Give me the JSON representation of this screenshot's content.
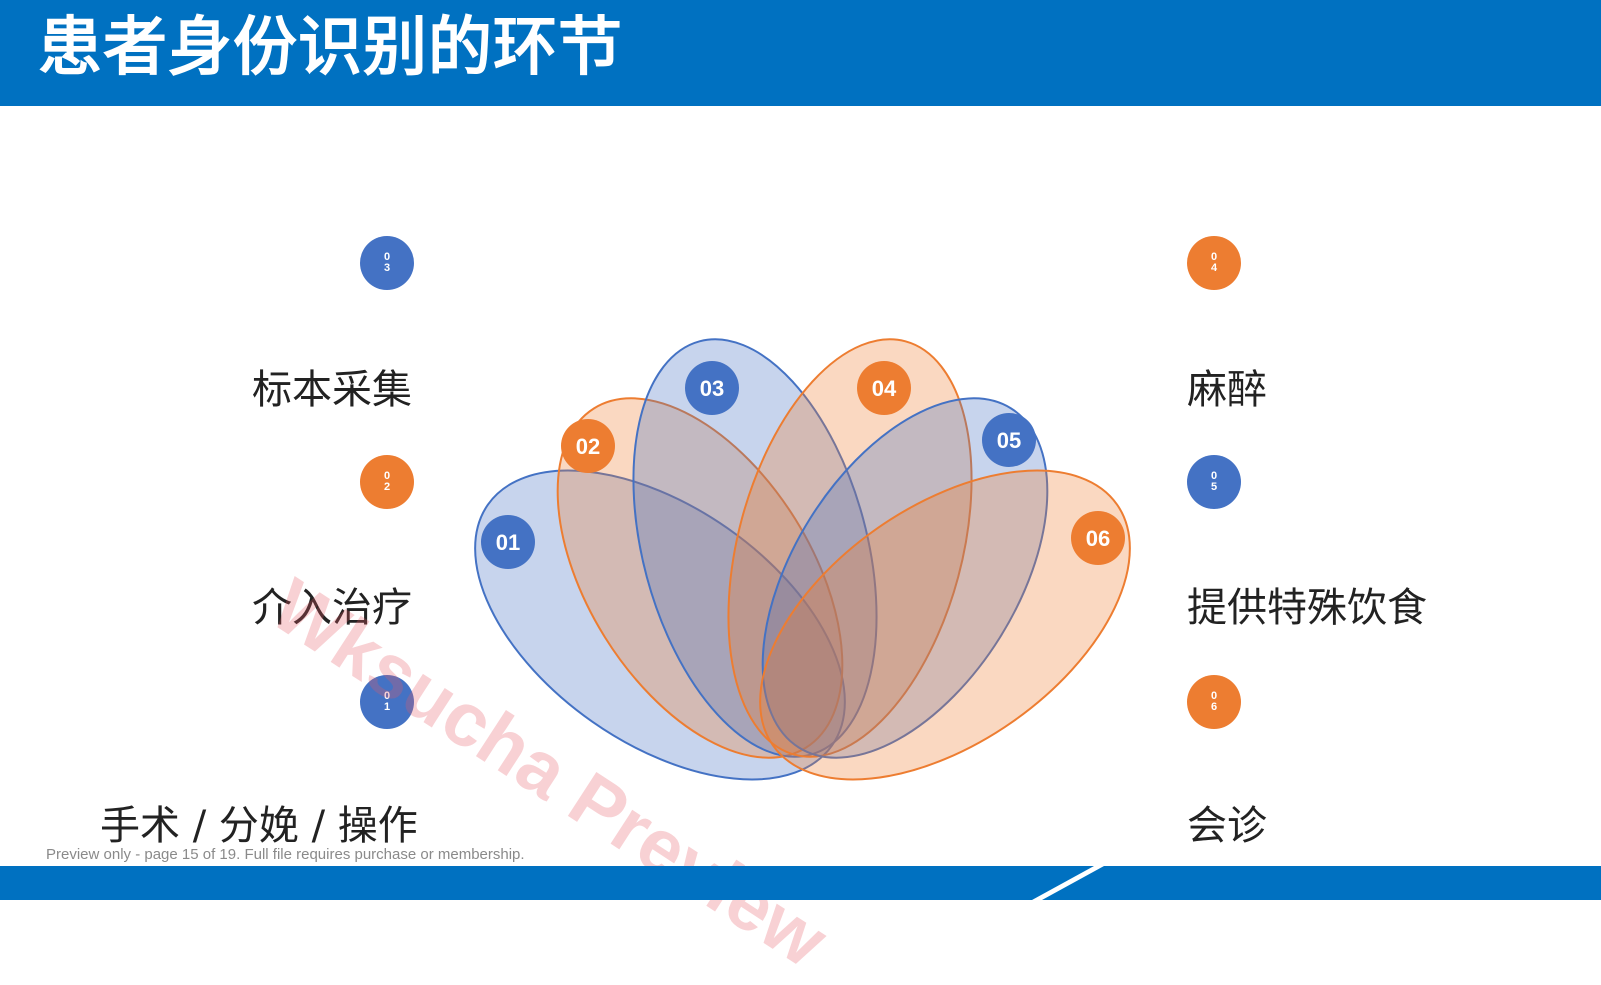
{
  "title": "患者身份识别的环节",
  "left_items": [
    {
      "badge": "03",
      "label": "标本采集",
      "color": "#4472c4"
    },
    {
      "badge": "02",
      "label": "介入治疗",
      "color": "#ed7d31"
    },
    {
      "badge": "01",
      "label": "手术 / 分娩 / 操作",
      "color": "#4472c4"
    }
  ],
  "right_items": [
    {
      "badge": "04",
      "label": "麻醉",
      "color": "#ed7d31"
    },
    {
      "badge": "05",
      "label": "提供特殊饮食",
      "color": "#4472c4"
    },
    {
      "badge": "06",
      "label": "会诊",
      "color": "#ed7d31"
    }
  ],
  "petals": [
    {
      "number": "01",
      "color": "#4472c4"
    },
    {
      "number": "02",
      "color": "#ed7d31"
    },
    {
      "number": "03",
      "color": "#4472c4"
    },
    {
      "number": "04",
      "color": "#ed7d31"
    },
    {
      "number": "05",
      "color": "#4472c4"
    },
    {
      "number": "06",
      "color": "#ed7d31"
    }
  ],
  "watermark": "Wksucha Preview",
  "preview_note": "Preview only - page 15 of 19. Full file requires purchase or membership."
}
